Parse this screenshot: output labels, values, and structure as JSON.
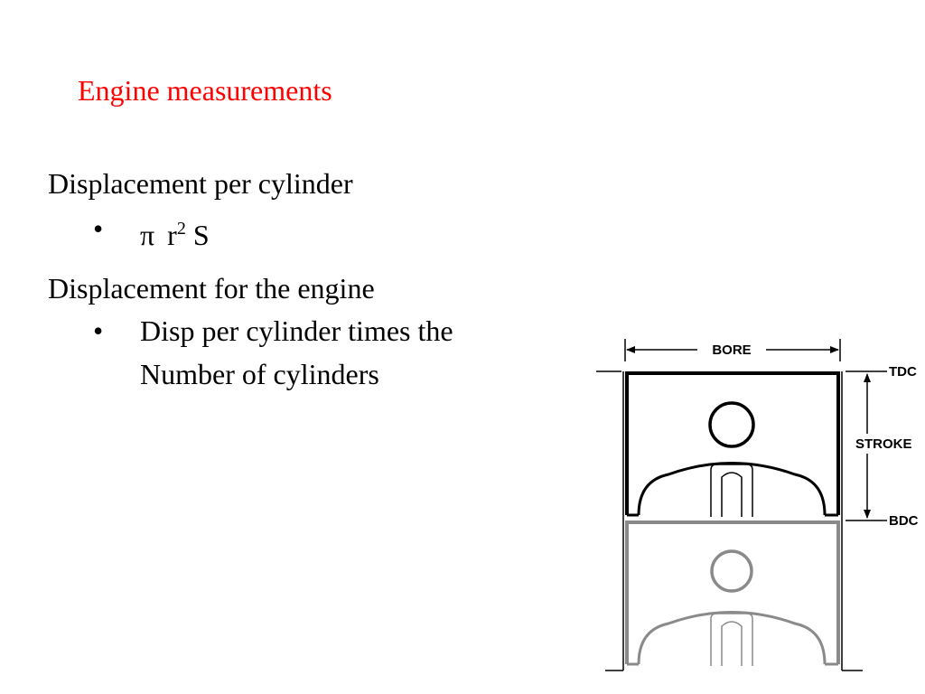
{
  "slide": {
    "title": "Engine measurements",
    "title_color": "#ff0000"
  },
  "sections": [
    {
      "heading": "Displacement per cylinder",
      "bullet": "•",
      "formula": {
        "symbol": "π",
        "radius": "r",
        "exponent": "2",
        "stroke": "S"
      }
    },
    {
      "heading": "Displacement for the engine",
      "bullet": "•",
      "lines": [
        "Disp per cylinder times the",
        "Number of cylinders"
      ]
    }
  ],
  "diagram": {
    "labels": {
      "bore": "BORE",
      "tdc": "TDC",
      "stroke": "STROKE",
      "bdc": "BDC"
    },
    "colors": {
      "piston_top": "#000000",
      "piston_bottom": "#8a8a8a"
    }
  }
}
